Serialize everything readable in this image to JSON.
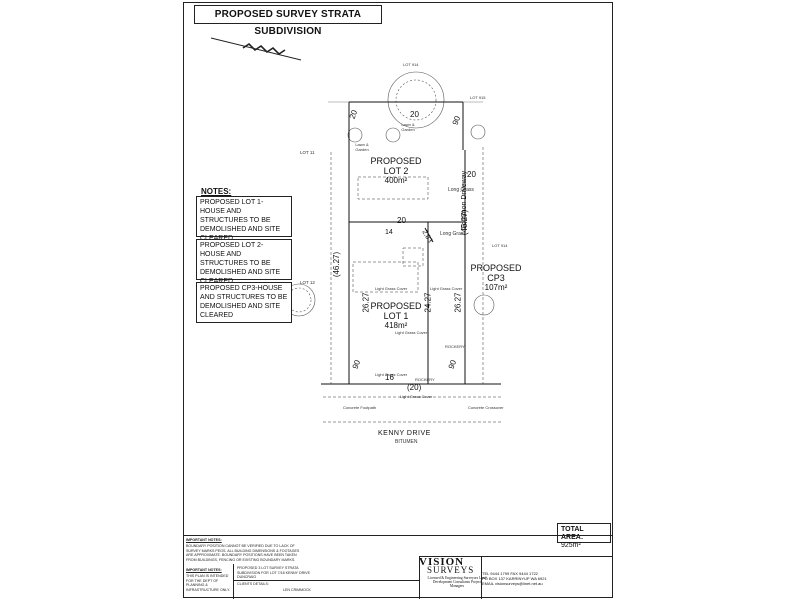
{
  "title": "PROPOSED SURVEY STRATA SUBDIVISION",
  "notes": {
    "heading": "NOTES:",
    "items": [
      "PROPOSED LOT 1-HOUSE AND STRUCTURES TO BE DEMOLISHED AND SITE CLEARED",
      "PROPOSED LOT 2-HOUSE AND STRUCTURES TO BE DEMOLISHED AND SITE CLEARED",
      "PROPOSED CP3-HOUSE AND STRUCTURES TO BE DEMOLISHED AND SITE CLEARED"
    ]
  },
  "plan": {
    "lot2": {
      "label": "PROPOSED",
      "name": "LOT 2",
      "area": "400m²"
    },
    "lot1": {
      "label": "PROPOSED",
      "name": "LOT 1",
      "area": "418m²"
    },
    "cp3": {
      "label": "PROPOSED",
      "name": "CP3",
      "area": "107m²"
    },
    "neighbors": {
      "lot914_top": "LOT 914",
      "lot915": "LOT 915",
      "lot11": "LOT 11",
      "lot914_right": "LOT 914",
      "lot12": "LOT 12"
    },
    "dimensions": {
      "top_left": "20",
      "top_mid": "20",
      "top_right": "90",
      "right_upper": "20",
      "mid_horiz": "20",
      "mid_14": "14",
      "diag_1": "2.83",
      "left_long": "(46.27)",
      "right_long": "(46.27)",
      "lot1_left": "26.27",
      "lot1_right": "24.27",
      "lot1_far_right": "26.27",
      "bottom_16": "16",
      "bottom_road": "(20)",
      "bottom_left_90": "90",
      "bottom_right_90": "90"
    },
    "labels": {
      "lawn_garden_1": "Lawn & Garden",
      "lawn_garden_2": "Lawn & Garden",
      "long_grass_1": "Long Grass",
      "long_grass_2": "Long Grass",
      "common_driveway": "Common Driveway",
      "light_grass_1": "Light Grass Cover",
      "light_grass_2": "Light Grass Cover",
      "light_grass_3": "Light Grass Cover",
      "light_grass_4": "Light Grass Cover",
      "light_grass_5": "Light Grass Cover",
      "rockery_1": "ROCKERY",
      "rockery_2": "ROCKERY",
      "street": "KENNY DRIVE",
      "street_sub": "BITUMEN",
      "footpath": "Concrete Footpath",
      "crossover": "Concrete Crossover"
    }
  },
  "total": {
    "label": "TOTAL AREA:",
    "value": "925m²"
  },
  "titleblock": {
    "important_notes_1": "IMPORTANT NOTES:",
    "important_notes_text": "BOUNDARY POSITION CANNOT BE VERIFIED DUE TO LACK OF SURVEY MARKS PEGS. ALL BUILDING DIMENSIONS & FOOTAGES ARE APPROXIMATE. BOUNDARY POSITIONS HAVE BEEN TAKEN FROM BUILDINGS, FENCING OR EXISTING BOUNDARY MARKS.",
    "important_notes_2": "IMPORTANT NOTES:",
    "important_notes_text2": "THIS PLAN IS INTENDED FOR THE DEPT OF PLANNING & INFRASTRUCTURE ONLY.",
    "description": "PROPOSED 3 LOT SURVEY STRATA SUBDIVISION FOR LOT 7/18 KENNY DRIVE DUNCRAIG",
    "client_label": "CLIENTS DETAILS:",
    "client": "LEN CRIMMOCK",
    "logo_top": "VISION",
    "logo_bottom": "SURVEYS",
    "logo_sub": "Licensed & Engineering Surveyors Land Development Consultants Project Managers",
    "phone": "TEL 9444 1799  FAX 9444 1722",
    "po_box": "PO BOX 137 KARRINYUP WA 6921",
    "email": "EMAIL visionsurveys@iinet.net.au"
  }
}
